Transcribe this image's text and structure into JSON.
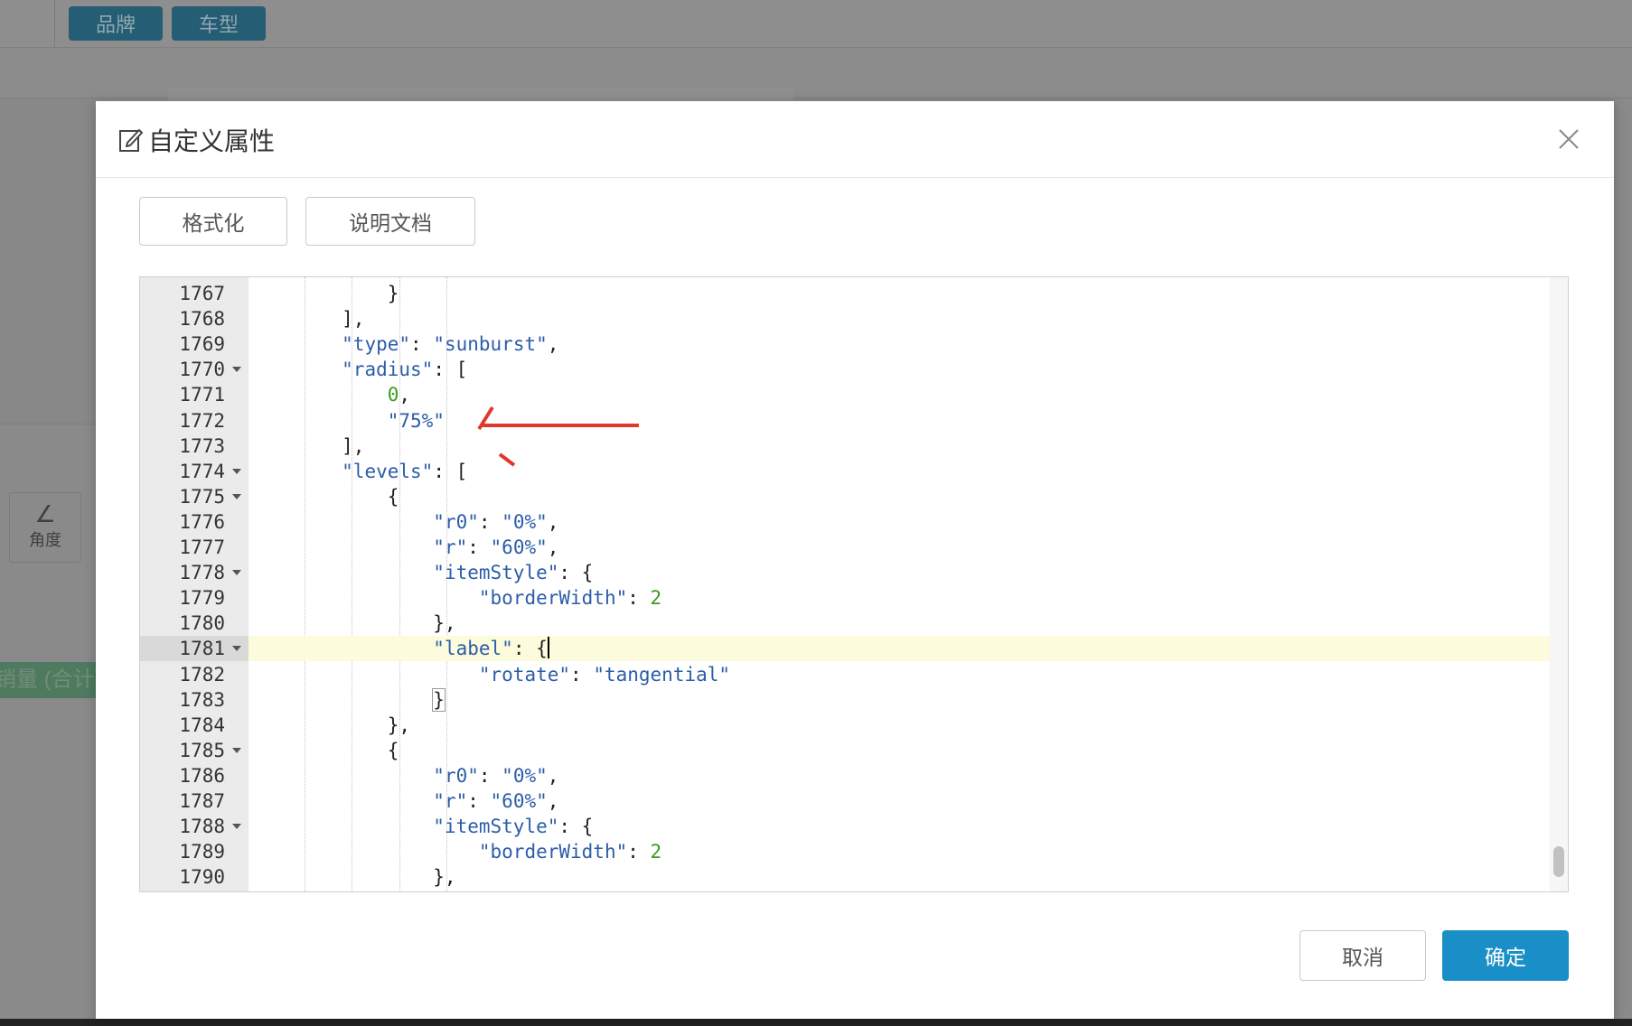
{
  "background": {
    "tags": [
      "品牌",
      "车型"
    ],
    "tool_button_label": "角度",
    "field_chip": "销量 (合计)"
  },
  "dialog": {
    "title": "自定义属性",
    "format_label": "格式化",
    "docs_label": "说明文档",
    "cancel_label": "取消",
    "confirm_label": "确定"
  },
  "editor": {
    "active_line": 1781,
    "lines": [
      {
        "num": "1767",
        "text": "            }",
        "fold": false
      },
      {
        "num": "1768",
        "text": "        ],",
        "fold": false
      },
      {
        "num": "1769",
        "text": "        \"type\": \"sunburst\",",
        "fold": false
      },
      {
        "num": "1770",
        "text": "        \"radius\": [",
        "fold": true
      },
      {
        "num": "1771",
        "text": "            0,",
        "fold": false
      },
      {
        "num": "1772",
        "text": "            \"75%\"",
        "fold": false
      },
      {
        "num": "1773",
        "text": "        ],",
        "fold": false
      },
      {
        "num": "1774",
        "text": "        \"levels\": [",
        "fold": true
      },
      {
        "num": "1775",
        "text": "            {",
        "fold": true
      },
      {
        "num": "1776",
        "text": "                \"r0\": \"0%\",",
        "fold": false
      },
      {
        "num": "1777",
        "text": "                \"r\": \"60%\",",
        "fold": false
      },
      {
        "num": "1778",
        "text": "                \"itemStyle\": {",
        "fold": true
      },
      {
        "num": "1779",
        "text": "                    \"borderWidth\": 2",
        "fold": false
      },
      {
        "num": "1780",
        "text": "                },",
        "fold": false
      },
      {
        "num": "1781",
        "text": "                \"label\": {",
        "fold": true
      },
      {
        "num": "1782",
        "text": "                    \"rotate\": \"tangential\"",
        "fold": false
      },
      {
        "num": "1783",
        "text": "                }",
        "fold": false
      },
      {
        "num": "1784",
        "text": "            },",
        "fold": false
      },
      {
        "num": "1785",
        "text": "            {",
        "fold": true
      },
      {
        "num": "1786",
        "text": "                \"r0\": \"0%\",",
        "fold": false
      },
      {
        "num": "1787",
        "text": "                \"r\": \"60%\",",
        "fold": false
      },
      {
        "num": "1788",
        "text": "                \"itemStyle\": {",
        "fold": true
      },
      {
        "num": "1789",
        "text": "                    \"borderWidth\": 2",
        "fold": false
      },
      {
        "num": "1790",
        "text": "                },",
        "fold": false
      }
    ]
  },
  "colors": {
    "primary_button": "#1a8fc7",
    "json_key": "#2c5da8",
    "json_number": "#3c9a1f",
    "annotation": "#e0392b",
    "active_line": "#fcfbdc"
  }
}
